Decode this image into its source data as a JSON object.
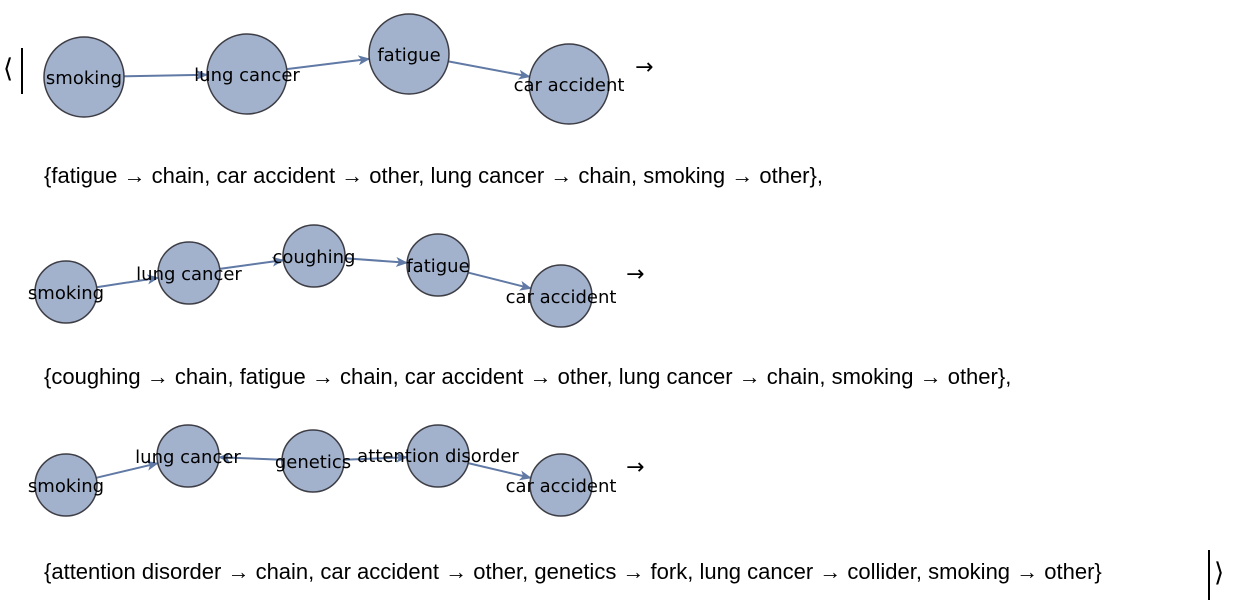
{
  "colors": {
    "node_fill": "#a3b2cc",
    "node_stroke": "#3d3d45",
    "edge": "#6079a5"
  },
  "open_bracket": "⟨",
  "close_bracket": "⟩",
  "entries": [
    {
      "graph": {
        "nodes": [
          "smoking",
          "lung cancer",
          "fatigue",
          "car accident"
        ],
        "edges": [
          [
            "smoking",
            "lung cancer"
          ],
          [
            "lung cancer",
            "fatigue"
          ],
          [
            "fatigue",
            "car accident"
          ]
        ]
      },
      "arrow": "→",
      "rules": "{fatigue → chain, car accident → other, lung cancer → chain, smoking → other},"
    },
    {
      "graph": {
        "nodes": [
          "smoking",
          "lung cancer",
          "coughing",
          "fatigue",
          "car accident"
        ],
        "edges": [
          [
            "smoking",
            "lung cancer"
          ],
          [
            "lung cancer",
            "coughing"
          ],
          [
            "coughing",
            "fatigue"
          ],
          [
            "fatigue",
            "car accident"
          ]
        ]
      },
      "arrow": "→",
      "rules": "{coughing → chain, fatigue → chain, car accident → other, lung cancer → chain, smoking → other},"
    },
    {
      "graph": {
        "nodes": [
          "smoking",
          "lung cancer",
          "genetics",
          "attention disorder",
          "car accident"
        ],
        "edges": [
          [
            "smoking",
            "lung cancer"
          ],
          [
            "genetics",
            "lung cancer"
          ],
          [
            "genetics",
            "attention disorder"
          ],
          [
            "attention disorder",
            "car accident"
          ]
        ]
      },
      "arrow": "→",
      "rules": "{attention disorder → chain, car accident → other, genetics → fork, lung cancer → collider, smoking → other}"
    }
  ]
}
